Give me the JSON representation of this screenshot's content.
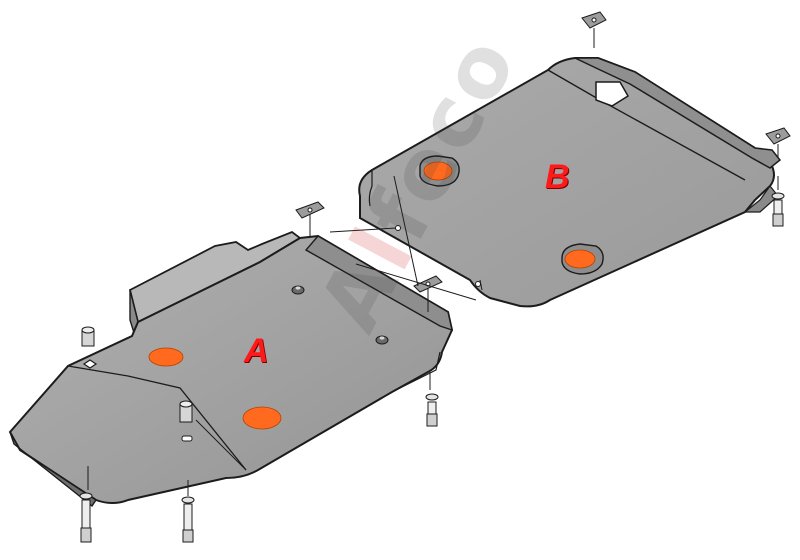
{
  "labels": {
    "part_a": "A",
    "part_b": "B"
  },
  "watermark": {
    "left": "A",
    "mark": "l",
    "right": "feco"
  },
  "colors": {
    "plate_fill": "#a3a3a3",
    "plate_fill_light": "#b7b7b7",
    "plate_stroke": "#1c1c1c",
    "pad_fill": "#ff6a1f",
    "label_color": "#ff1a1a"
  },
  "icons": [
    "bolt-icon",
    "washer-icon",
    "nut-icon",
    "bracket-icon"
  ]
}
